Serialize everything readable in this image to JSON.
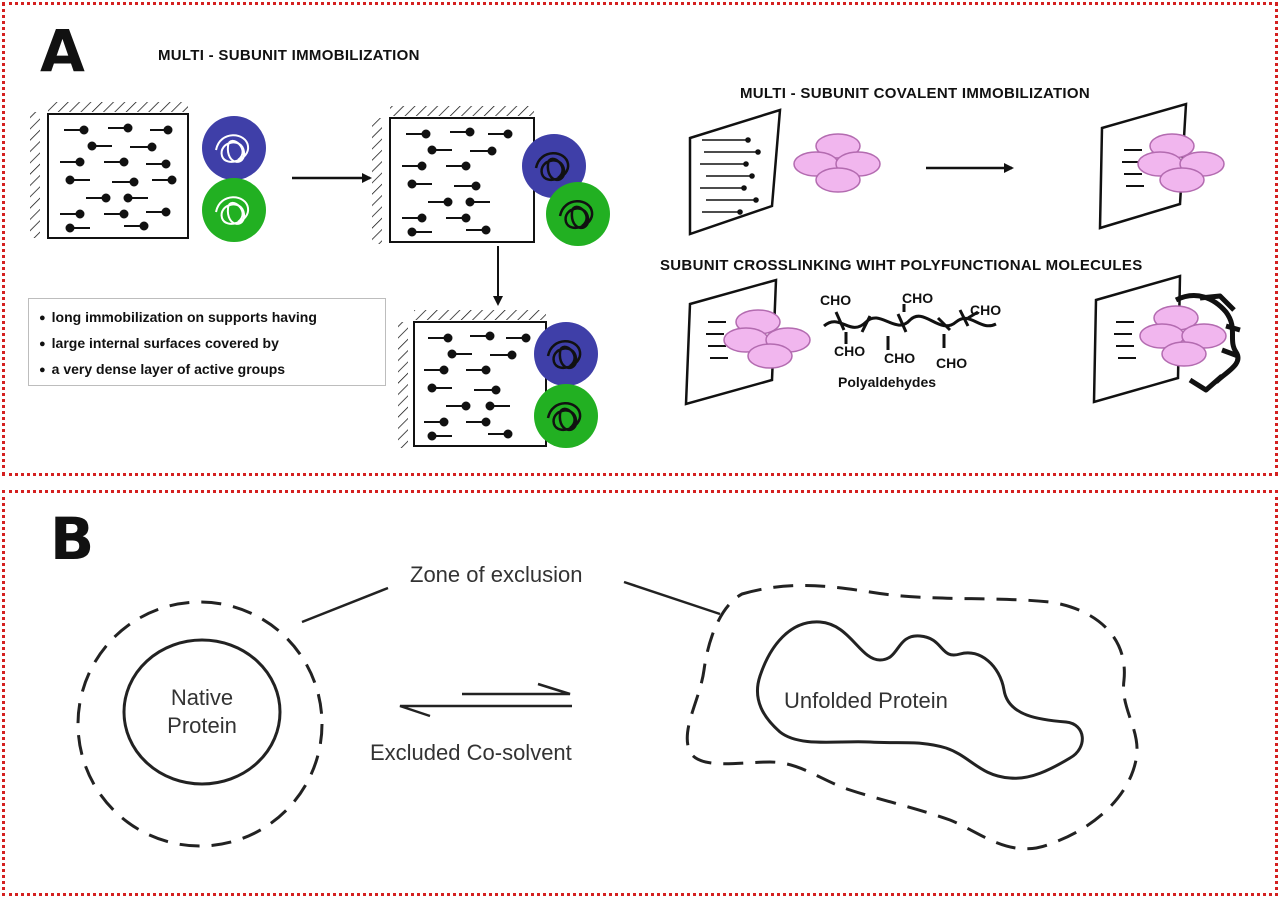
{
  "panel_a": {
    "letter": "A",
    "title_left": "MULTI - SUBUNIT IMMOBILIZATION",
    "notes": [
      "long immobilization on supports having",
      "large internal surfaces covered by",
      "a  very dense layer of active groups"
    ],
    "title_right_top": "MULTI - SUBUNIT COVALENT IMMOBILIZATION",
    "title_right_bottom": "SUBUNIT CROSSLINKING  WIHT POLYFUNCTIONAL  MOLECULES",
    "cho_groups": [
      "CHO",
      "CHO",
      "CHO",
      "CHO",
      "CHO",
      "CHO"
    ],
    "polyaldehydes": "Polyaldehydes",
    "colors": {
      "subunit_blue": "#3f3fa8",
      "subunit_green": "#22b022",
      "enzyme_pink": "#f1b6ee",
      "border_red": "#d42020"
    }
  },
  "panel_b": {
    "letter": "B",
    "zone_label": "Zone of exclusion",
    "native_label_line1": "Native",
    "native_label_line2": "Protein",
    "unfolded_label": "Unfolded Protein",
    "cosolvent_label": "Excluded Co-solvent"
  }
}
